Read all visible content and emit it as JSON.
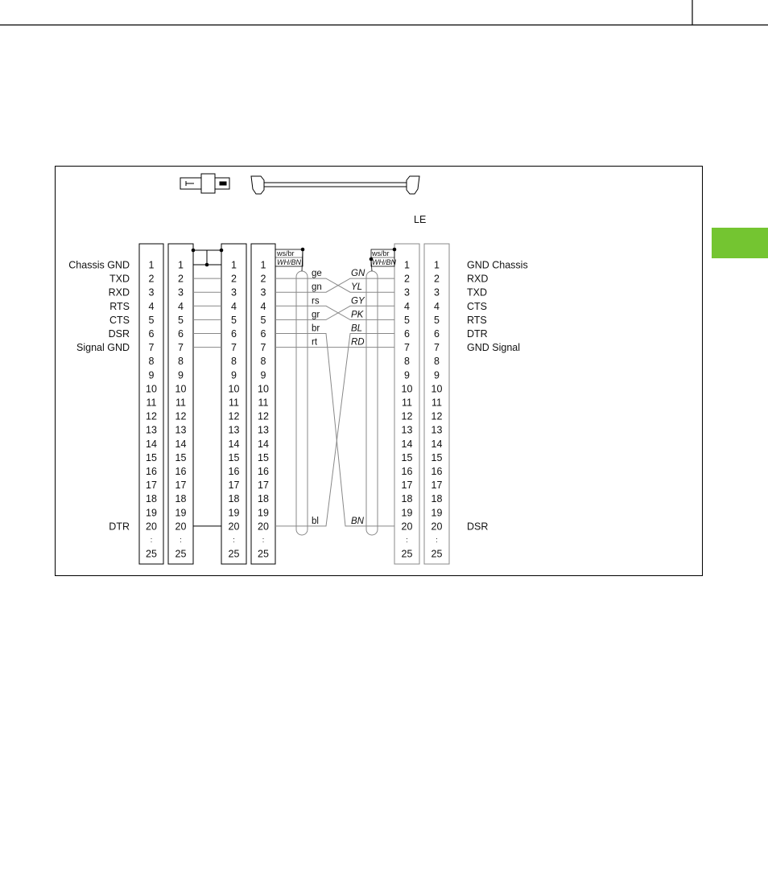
{
  "colors": {
    "tab": "#74c531",
    "line": "#000000",
    "light": "#888888"
  },
  "connector_label_right": "LE",
  "pins": [
    "1",
    "2",
    "3",
    "4",
    "5",
    "6",
    "7",
    "8",
    "9",
    "10",
    "11",
    "12",
    "13",
    "14",
    "15",
    "16",
    "17",
    "18",
    "19",
    "20",
    "25"
  ],
  "pin_dots": ":",
  "left_signals": [
    {
      "pin": 1,
      "label": "Chassis GND"
    },
    {
      "pin": 2,
      "label": "TXD"
    },
    {
      "pin": 3,
      "label": "RXD"
    },
    {
      "pin": 4,
      "label": "RTS"
    },
    {
      "pin": 5,
      "label": "CTS"
    },
    {
      "pin": 6,
      "label": "DSR"
    },
    {
      "pin": 7,
      "label": "Signal GND"
    },
    {
      "pin": 20,
      "label": "DTR"
    }
  ],
  "right_signals": [
    {
      "pin": 1,
      "label": "GND  Chassis"
    },
    {
      "pin": 2,
      "label": "RXD"
    },
    {
      "pin": 3,
      "label": "TXD"
    },
    {
      "pin": 4,
      "label": "CTS"
    },
    {
      "pin": 5,
      "label": "RTS"
    },
    {
      "pin": 6,
      "label": "DTR"
    },
    {
      "pin": 7,
      "label": "GND  Signal"
    },
    {
      "pin": 20,
      "label": "DSR"
    }
  ],
  "shield_left": {
    "top": "ws/br",
    "bottom": "WH/BN"
  },
  "shield_right": {
    "top": "ws/br",
    "bottom": "WH/BN"
  },
  "wires_left": [
    {
      "pin": 2,
      "label": "ge"
    },
    {
      "pin": 3,
      "label": "gn"
    },
    {
      "pin": 4,
      "label": "rs"
    },
    {
      "pin": 5,
      "label": "gr"
    },
    {
      "pin": 6,
      "label": "br"
    },
    {
      "pin": 7,
      "label": "rt"
    },
    {
      "pin": 20,
      "label": "bl"
    }
  ],
  "wires_right": [
    {
      "pin": 2,
      "label": "GN"
    },
    {
      "pin": 3,
      "label": "YL"
    },
    {
      "pin": 4,
      "label": "GY"
    },
    {
      "pin": 5,
      "label": "PK"
    },
    {
      "pin": 6,
      "label": "BL"
    },
    {
      "pin": 7,
      "label": "RD"
    },
    {
      "pin": 20,
      "label": "BN"
    }
  ]
}
